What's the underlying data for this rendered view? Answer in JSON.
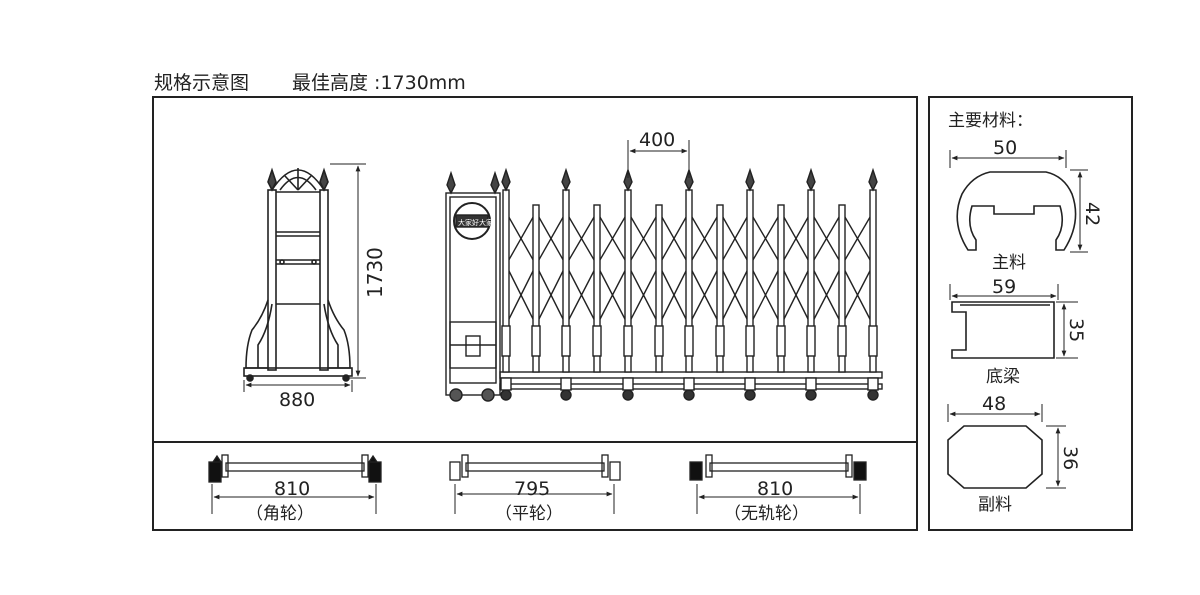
{
  "header": {
    "title": "规格示意图",
    "max_height": "最佳高度 :1730mm"
  },
  "side_view": {
    "height_dim": "1730",
    "width_dim": "880"
  },
  "front_view": {
    "spacing_dim": "400",
    "sign_text": "大家好大家"
  },
  "wheels": [
    {
      "width_dim": "810",
      "label": "（角轮）"
    },
    {
      "width_dim": "795",
      "label": "（平轮）"
    },
    {
      "width_dim": "810",
      "label": "（无轨轮）"
    }
  ],
  "materials": {
    "title": "主要材料：",
    "main": {
      "name": "主料",
      "width": "50",
      "height": "42"
    },
    "beam": {
      "name": "底梁",
      "width": "59",
      "height": "35"
    },
    "aux": {
      "name": "副料",
      "width": "48",
      "height": "36"
    }
  }
}
